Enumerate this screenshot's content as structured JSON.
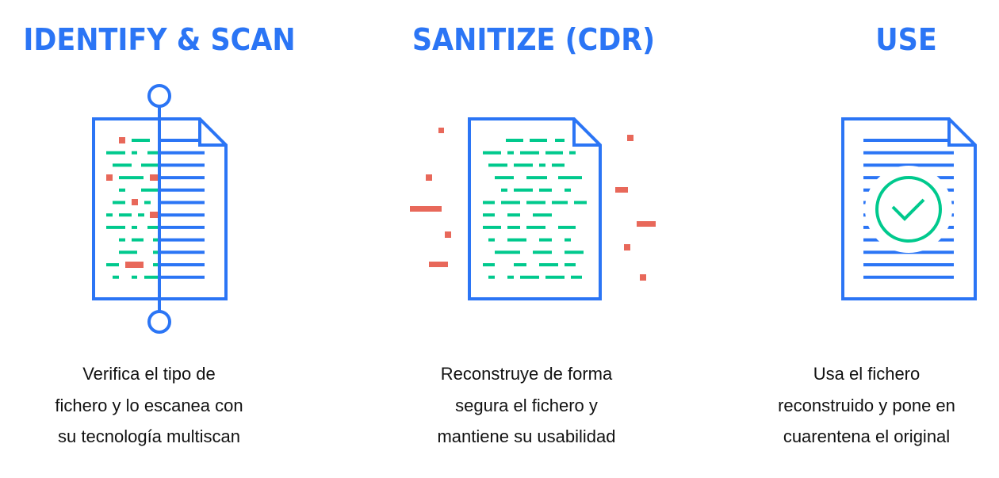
{
  "steps": [
    {
      "title": "IDENTIFY & SCAN",
      "caption": [
        "Verifica el tipo de",
        "fichero y lo escanea con",
        "su tecnología multiscan"
      ],
      "icon": "scan-document-icon"
    },
    {
      "title": "SANITIZE (CDR)",
      "caption": [
        "Reconstruye de forma",
        "segura el fichero y",
        "mantiene su usabilidad"
      ],
      "icon": "sanitize-document-icon"
    },
    {
      "title": "USE",
      "caption": [
        "Usa el fichero",
        "reconstruido y pone en",
        "cuarentena el original"
      ],
      "icon": "verified-document-icon"
    }
  ],
  "colors": {
    "blue": "#2b75f5",
    "green": "#00c98d",
    "red": "#e8685a"
  }
}
